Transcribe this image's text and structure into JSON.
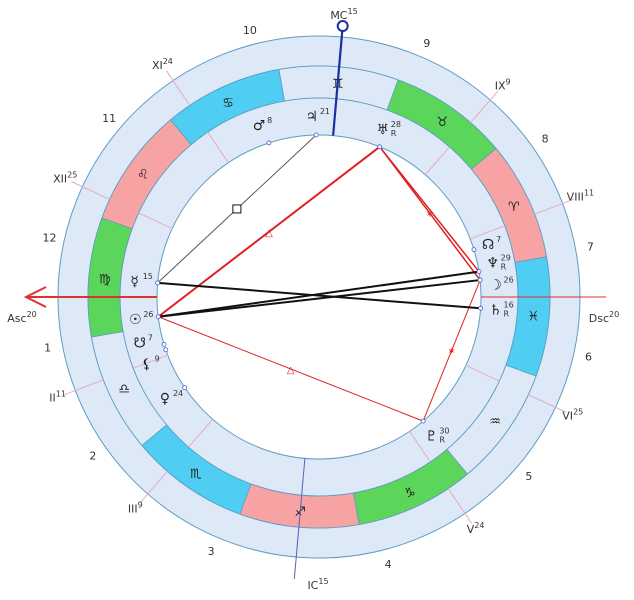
{
  "colors": {
    "ring": "#dde9f6",
    "ring_stroke": "#5f9cc4",
    "fire": "#f7a3a3",
    "earth": "#5cd65a",
    "water": "#4fcdf2",
    "air": "#dde9f6",
    "cusp": "#e6a9cc",
    "asc_axis": "#e03030",
    "mc_axis": "#1a2fa0",
    "aspect_red": "#e02020",
    "aspect_black": "#111111",
    "aspect_gray": "#555555"
  },
  "ascendant_longitude": 170,
  "signs": [
    {
      "name": "aries",
      "glyph": "♈",
      "element": "fire"
    },
    {
      "name": "taurus",
      "glyph": "♉",
      "element": "earth"
    },
    {
      "name": "gemini",
      "glyph": "♊",
      "element": "air"
    },
    {
      "name": "cancer",
      "glyph": "♋",
      "element": "water"
    },
    {
      "name": "leo",
      "glyph": "♌",
      "element": "fire"
    },
    {
      "name": "virgo",
      "glyph": "♍",
      "element": "earth"
    },
    {
      "name": "libra",
      "glyph": "♎",
      "element": "air"
    },
    {
      "name": "scorpio",
      "glyph": "♏",
      "element": "water"
    },
    {
      "name": "sagittarius",
      "glyph": "♐",
      "element": "fire"
    },
    {
      "name": "capricorn",
      "glyph": "♑",
      "element": "earth"
    },
    {
      "name": "aquarius",
      "glyph": "♒",
      "element": "air"
    },
    {
      "name": "pisces",
      "glyph": "♓",
      "element": "water"
    }
  ],
  "houses": [
    {
      "number": "1",
      "cusp_label": "Asc",
      "cusp_degree": "20",
      "longitude": 170,
      "axis": "asc"
    },
    {
      "number": "2",
      "cusp_label": "II",
      "cusp_degree": "11",
      "longitude": 191
    },
    {
      "number": "3",
      "cusp_label": "III",
      "cusp_degree": "9",
      "longitude": 219
    },
    {
      "number": "4",
      "cusp_label": "IC",
      "cusp_degree": "15",
      "longitude": 255,
      "axis": "ic"
    },
    {
      "number": "5",
      "cusp_label": "V",
      "cusp_degree": "24",
      "longitude": 294
    },
    {
      "number": "6",
      "cusp_label": "VI",
      "cusp_degree": "25",
      "longitude": 325
    },
    {
      "number": "7",
      "cusp_label": "Dsc",
      "cusp_degree": "20",
      "longitude": 350,
      "axis": "dsc"
    },
    {
      "number": "8",
      "cusp_label": "VIII",
      "cusp_degree": "11",
      "longitude": 11
    },
    {
      "number": "9",
      "cusp_label": "IX",
      "cusp_degree": "9",
      "longitude": 39
    },
    {
      "number": "10",
      "cusp_label": "MC",
      "cusp_degree": "15",
      "longitude": 75,
      "axis": "mc"
    },
    {
      "number": "11",
      "cusp_label": "XI",
      "cusp_degree": "24",
      "longitude": 114
    },
    {
      "number": "12",
      "cusp_label": "XII",
      "cusp_degree": "25",
      "longitude": 145
    }
  ],
  "planets": [
    {
      "name": "sun",
      "glyph": "☉",
      "degree": "26",
      "longitude": 177,
      "retrograde": false,
      "color": "#e03030"
    },
    {
      "name": "moon",
      "glyph": "☽",
      "degree": "26",
      "longitude": 356,
      "retrograde": false,
      "color": "#e03030"
    },
    {
      "name": "mercury",
      "glyph": "☿",
      "degree": "15",
      "longitude": 165,
      "retrograde": false
    },
    {
      "name": "venus",
      "glyph": "♀",
      "degree": "24",
      "longitude": 204,
      "retrograde": false
    },
    {
      "name": "mars",
      "glyph": "♂",
      "degree": "8",
      "longitude": 98,
      "retrograde": false
    },
    {
      "name": "jupiter",
      "glyph": "♃",
      "degree": "21",
      "longitude": 81,
      "retrograde": false
    },
    {
      "name": "saturn",
      "glyph": "♄",
      "degree": "16",
      "longitude": 346,
      "retrograde": true
    },
    {
      "name": "uranus",
      "glyph": "♅",
      "degree": "28",
      "longitude": 58,
      "retrograde": true
    },
    {
      "name": "neptune",
      "glyph": "♆",
      "degree": "29",
      "longitude": 359,
      "retrograde": true
    },
    {
      "name": "pluto",
      "glyph": "♇",
      "degree": "30",
      "longitude": 300,
      "retrograde": true
    },
    {
      "name": "north-node",
      "glyph": "☊",
      "degree": "7",
      "longitude": 7,
      "retrograde": false
    },
    {
      "name": "south-node",
      "glyph": "☋",
      "degree": "7",
      "longitude": 187,
      "retrograde": false
    },
    {
      "name": "lilith",
      "glyph": "⚸",
      "degree": "9",
      "longitude": 189,
      "retrograde": false
    }
  ],
  "retrograde_mark": "R",
  "aspects": [
    {
      "from": "sun",
      "to": "uranus",
      "type": "trine",
      "marker": "△",
      "color": "red",
      "weight": 2
    },
    {
      "from": "sun",
      "to": "pluto",
      "type": "trine",
      "marker": "△",
      "color": "red",
      "weight": 1
    },
    {
      "from": "uranus",
      "to": "moon",
      "type": "sextile",
      "marker": "✶",
      "color": "red",
      "weight": 1.5
    },
    {
      "from": "uranus",
      "to": "neptune",
      "type": "sextile",
      "marker": "",
      "color": "red",
      "weight": 1.5
    },
    {
      "from": "moon",
      "to": "pluto",
      "type": "sextile",
      "marker": "✶",
      "color": "red",
      "weight": 1
    },
    {
      "from": "mercury",
      "to": "jupiter",
      "type": "square",
      "marker": "□",
      "color": "gray",
      "weight": 1
    },
    {
      "from": "mercury",
      "to": "saturn",
      "type": "opposition",
      "marker": "",
      "color": "black",
      "weight": 2
    },
    {
      "from": "sun",
      "to": "moon",
      "type": "opposition",
      "marker": "",
      "color": "black",
      "weight": 2
    },
    {
      "from": "sun",
      "to": "neptune",
      "type": "opposition",
      "marker": "",
      "color": "black",
      "weight": 2
    }
  ]
}
